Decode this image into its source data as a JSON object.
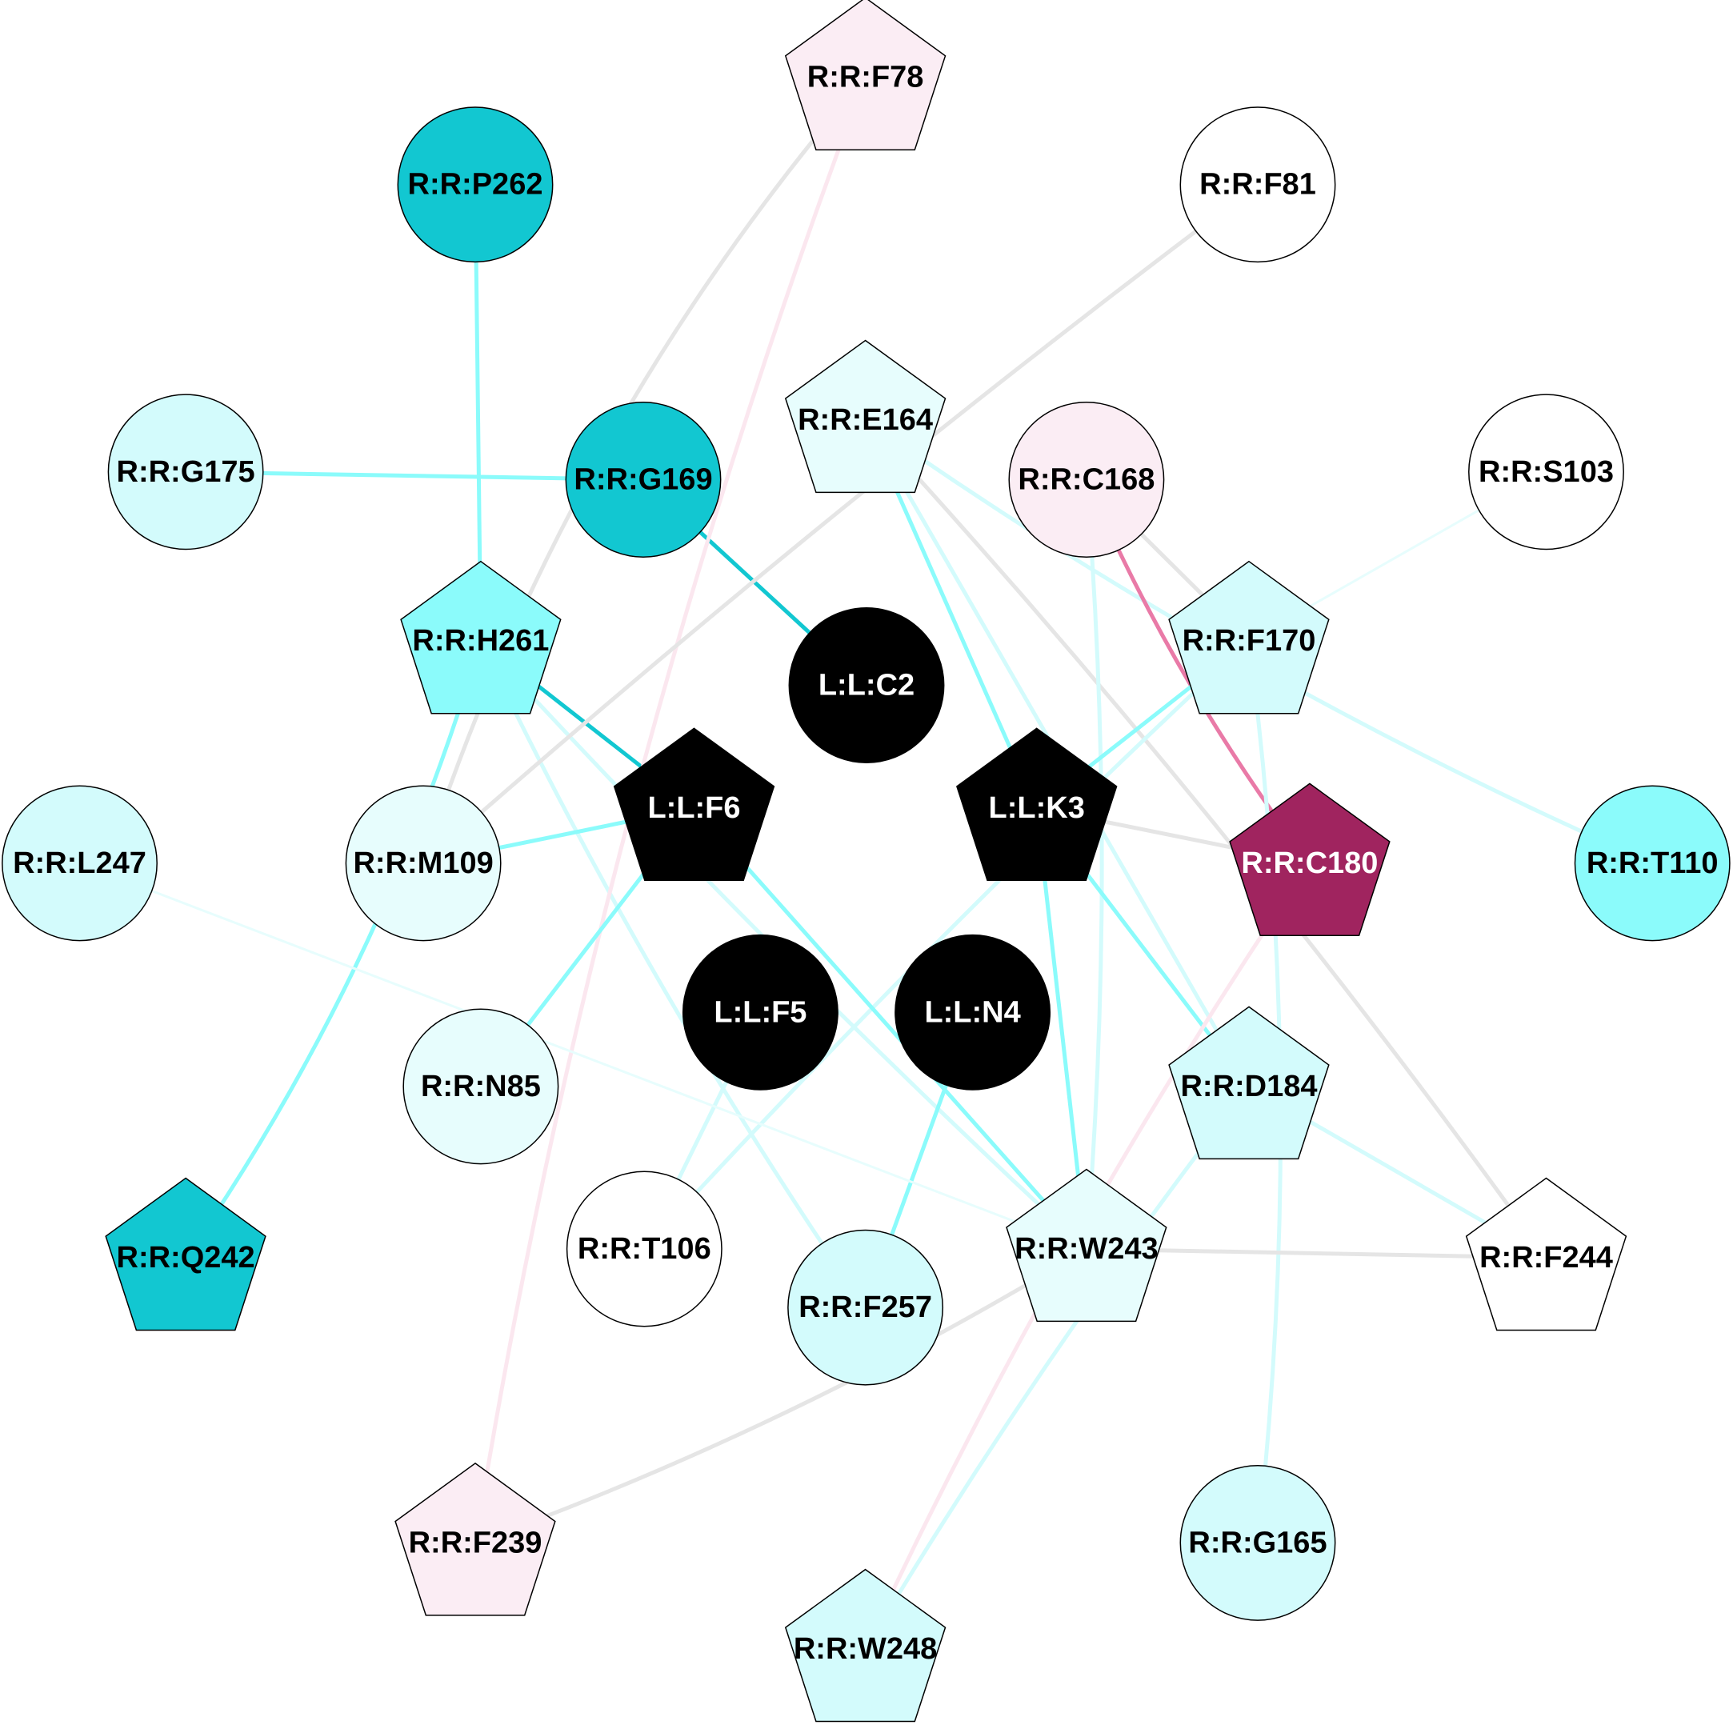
{
  "colors": {
    "ligand": "#000000",
    "teal_dark": "#12C7D1",
    "teal": "#8BFBFB",
    "teal_light": "#D3FBFC",
    "teal_pale": "#E7FDFD",
    "pink_pale": "#FBEDF4",
    "magenta": "#A0245F",
    "white": "#FFFFFF",
    "edge_teal_dark": "#12C7D1",
    "edge_teal": "#8BFBFB",
    "edge_teal_light": "#D3FBFC",
    "edge_teal_pale": "#E7FDFD",
    "edge_gray": "#E5E5E5",
    "edge_pink": "#E97AA7",
    "edge_pink_pale": "#FBE7EF"
  },
  "nodes": [
    {
      "id": "F78",
      "label": "R:R:F78",
      "shape": "pentagon",
      "fill": "pink_pale",
      "text": "#000000"
    },
    {
      "id": "P262",
      "label": "R:R:P262",
      "shape": "circle",
      "fill": "teal_dark",
      "text": "#000000"
    },
    {
      "id": "F81",
      "label": "R:R:F81",
      "shape": "circle",
      "fill": "white",
      "text": "#000000"
    },
    {
      "id": "E164",
      "label": "R:R:E164",
      "shape": "pentagon",
      "fill": "teal_pale",
      "text": "#000000"
    },
    {
      "id": "G175",
      "label": "R:R:G175",
      "shape": "circle",
      "fill": "teal_light",
      "text": "#000000"
    },
    {
      "id": "G169",
      "label": "R:R:G169",
      "shape": "circle",
      "fill": "teal_dark",
      "text": "#000000"
    },
    {
      "id": "C168",
      "label": "R:R:C168",
      "shape": "circle",
      "fill": "pink_pale",
      "text": "#000000"
    },
    {
      "id": "S103",
      "label": "R:R:S103",
      "shape": "circle",
      "fill": "white",
      "text": "#000000"
    },
    {
      "id": "H261",
      "label": "R:R:H261",
      "shape": "pentagon",
      "fill": "teal",
      "text": "#000000"
    },
    {
      "id": "C2",
      "label": "L:L:C2",
      "shape": "circle",
      "fill": "ligand",
      "text": "#FFFFFF"
    },
    {
      "id": "F170",
      "label": "R:R:F170",
      "shape": "pentagon",
      "fill": "teal_light",
      "text": "#000000"
    },
    {
      "id": "F6",
      "label": "L:L:F6",
      "shape": "pentagon",
      "fill": "ligand",
      "text": "#FFFFFF"
    },
    {
      "id": "K3",
      "label": "L:L:K3",
      "shape": "pentagon",
      "fill": "ligand",
      "text": "#FFFFFF"
    },
    {
      "id": "L247",
      "label": "R:R:L247",
      "shape": "circle",
      "fill": "teal_light",
      "text": "#000000"
    },
    {
      "id": "M109",
      "label": "R:R:M109",
      "shape": "circle",
      "fill": "teal_pale",
      "text": "#000000"
    },
    {
      "id": "C180",
      "label": "R:R:C180",
      "shape": "pentagon",
      "fill": "magenta",
      "text": "#FFFFFF"
    },
    {
      "id": "T110",
      "label": "R:R:T110",
      "shape": "circle",
      "fill": "teal",
      "text": "#000000"
    },
    {
      "id": "F5",
      "label": "L:L:F5",
      "shape": "circle",
      "fill": "ligand",
      "text": "#FFFFFF"
    },
    {
      "id": "N4",
      "label": "L:L:N4",
      "shape": "circle",
      "fill": "ligand",
      "text": "#FFFFFF"
    },
    {
      "id": "N85",
      "label": "R:R:N85",
      "shape": "circle",
      "fill": "teal_pale",
      "text": "#000000"
    },
    {
      "id": "D184",
      "label": "R:R:D184",
      "shape": "pentagon",
      "fill": "teal_light",
      "text": "#000000"
    },
    {
      "id": "Q242",
      "label": "R:R:Q242",
      "shape": "pentagon",
      "fill": "teal_dark",
      "text": "#000000"
    },
    {
      "id": "T106",
      "label": "R:R:T106",
      "shape": "circle",
      "fill": "white",
      "text": "#000000"
    },
    {
      "id": "W243",
      "label": "R:R:W243",
      "shape": "pentagon",
      "fill": "teal_pale",
      "text": "#000000"
    },
    {
      "id": "F244",
      "label": "R:R:F244",
      "shape": "pentagon",
      "fill": "white",
      "text": "#000000"
    },
    {
      "id": "F257",
      "label": "R:R:F257",
      "shape": "circle",
      "fill": "teal_light",
      "text": "#000000"
    },
    {
      "id": "F239",
      "label": "R:R:F239",
      "shape": "pentagon",
      "fill": "pink_pale",
      "text": "#000000"
    },
    {
      "id": "G165",
      "label": "R:R:G165",
      "shape": "circle",
      "fill": "teal_light",
      "text": "#000000"
    },
    {
      "id": "W248",
      "label": "R:R:W248",
      "shape": "pentagon",
      "fill": "teal_light",
      "text": "#000000"
    }
  ],
  "edges": [
    {
      "from": "P262",
      "to": "H261",
      "color": "edge_teal"
    },
    {
      "from": "G175",
      "to": "G169",
      "color": "edge_teal"
    },
    {
      "from": "G169",
      "to": "C2",
      "color": "edge_teal_dark"
    },
    {
      "from": "H261",
      "to": "F6",
      "color": "edge_teal_dark"
    },
    {
      "from": "H261",
      "to": "Q242",
      "color": "edge_teal"
    },
    {
      "from": "H261",
      "to": "F257",
      "color": "edge_teal_light"
    },
    {
      "from": "H261",
      "to": "W243",
      "color": "edge_teal_light"
    },
    {
      "from": "F78",
      "to": "M109",
      "color": "edge_gray"
    },
    {
      "from": "F78",
      "to": "F239",
      "color": "edge_pink_pale"
    },
    {
      "from": "F81",
      "to": "M109",
      "color": "edge_gray"
    },
    {
      "from": "E164",
      "to": "K3",
      "color": "edge_teal"
    },
    {
      "from": "E164",
      "to": "T110",
      "color": "edge_teal_light"
    },
    {
      "from": "E164",
      "to": "F244",
      "color": "edge_gray"
    },
    {
      "from": "E164",
      "to": "D184",
      "color": "edge_teal_light"
    },
    {
      "from": "C168",
      "to": "C180",
      "color": "edge_pink"
    },
    {
      "from": "C168",
      "to": "F170",
      "color": "edge_gray"
    },
    {
      "from": "C168",
      "to": "W243",
      "color": "edge_teal_light"
    },
    {
      "from": "S103",
      "to": "F170",
      "color": "edge_teal_pale"
    },
    {
      "from": "F170",
      "to": "K3",
      "color": "edge_teal"
    },
    {
      "from": "F170",
      "to": "T106",
      "color": "edge_teal_light"
    },
    {
      "from": "F170",
      "to": "G165",
      "color": "edge_teal_light"
    },
    {
      "from": "F6",
      "to": "M109",
      "color": "edge_teal"
    },
    {
      "from": "F6",
      "to": "N85",
      "color": "edge_teal"
    },
    {
      "from": "F6",
      "to": "W243",
      "color": "edge_teal"
    },
    {
      "from": "F5",
      "to": "T106",
      "color": "edge_teal_light"
    },
    {
      "from": "N4",
      "to": "F257",
      "color": "edge_teal"
    },
    {
      "from": "K3",
      "to": "C180",
      "color": "edge_gray"
    },
    {
      "from": "K3",
      "to": "D184",
      "color": "edge_teal"
    },
    {
      "from": "K3",
      "to": "W243",
      "color": "edge_teal"
    },
    {
      "from": "L247",
      "to": "W243",
      "color": "edge_teal_pale"
    },
    {
      "from": "C180",
      "to": "W248",
      "color": "edge_pink_pale"
    },
    {
      "from": "D184",
      "to": "F244",
      "color": "edge_teal_light"
    },
    {
      "from": "D184",
      "to": "W248",
      "color": "edge_teal_light"
    },
    {
      "from": "W243",
      "to": "F244",
      "color": "edge_gray"
    },
    {
      "from": "W243",
      "to": "F239",
      "color": "edge_gray"
    }
  ]
}
